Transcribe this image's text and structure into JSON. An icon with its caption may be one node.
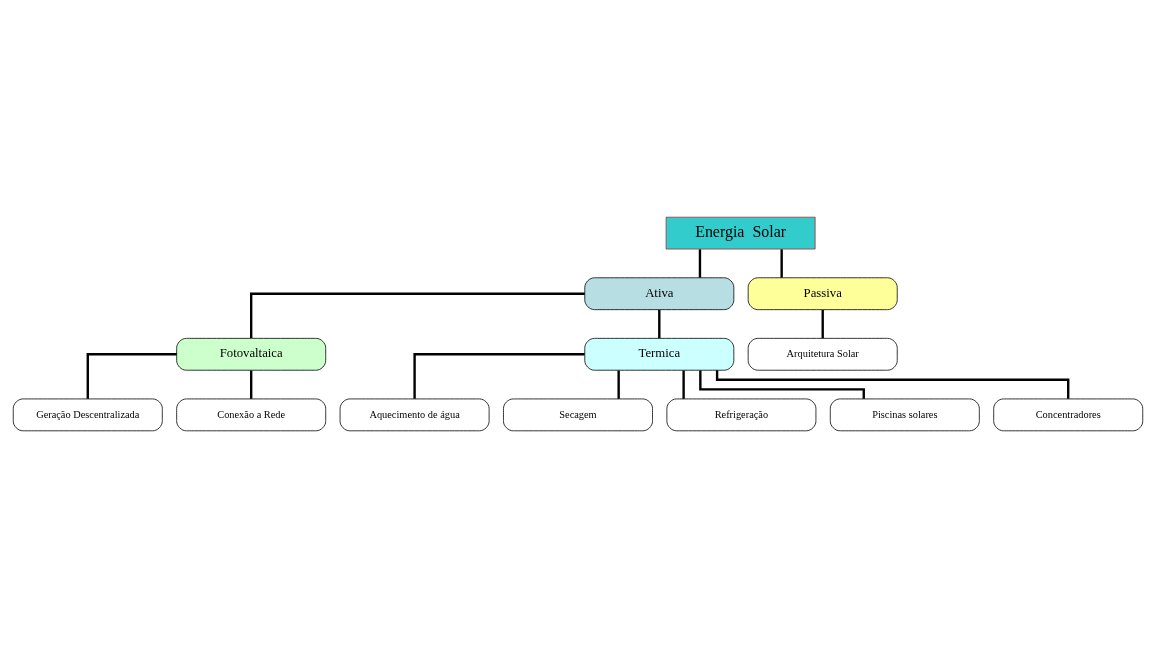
{
  "diagram": {
    "nodes": [
      {
        "text": [
          "Energia  Solar"
        ]
      },
      {
        "text": [
          "Ativa"
        ]
      },
      {
        "text": [
          "Passiva"
        ]
      },
      {
        "text": [
          "Fotovaltaica"
        ]
      },
      {
        "text": [
          "Termica"
        ]
      },
      {
        "text": [
          "Arquitetura Solar"
        ]
      },
      {
        "text": [
          "Geração Descentralizada"
        ]
      },
      {
        "text": [
          "Conexão a Rede"
        ]
      },
      {
        "text": [
          "Aquecimento de água"
        ]
      },
      {
        "text": [
          "Secagem"
        ]
      },
      {
        "text": [
          "Refrigeração"
        ]
      },
      {
        "text": [
          "Piscinas solares"
        ]
      },
      {
        "text": [
          "Concentradores"
        ]
      }
    ],
    "edges": [
      {
        "from": 0,
        "to": 1,
        "arrow": "none"
      },
      {
        "from": 0,
        "to": 2,
        "arrow": "none"
      },
      {
        "from": 1,
        "to": 3,
        "arrow": "none"
      },
      {
        "from": 1,
        "to": 4,
        "arrow": "none"
      },
      {
        "from": 2,
        "to": 5,
        "arrow": "none"
      },
      {
        "from": 3,
        "to": 6,
        "arrow": "none"
      },
      {
        "from": 3,
        "to": 7,
        "arrow": "none"
      },
      {
        "from": 4,
        "to": 8,
        "arrow": "none"
      },
      {
        "from": 4,
        "to": 9,
        "arrow": "none"
      },
      {
        "from": 4,
        "to": 10,
        "arrow": "none"
      },
      {
        "from": 4,
        "to": 11,
        "arrow": "none"
      },
      {
        "from": 4,
        "to": 12,
        "arrow": "none"
      }
    ]
  }
}
